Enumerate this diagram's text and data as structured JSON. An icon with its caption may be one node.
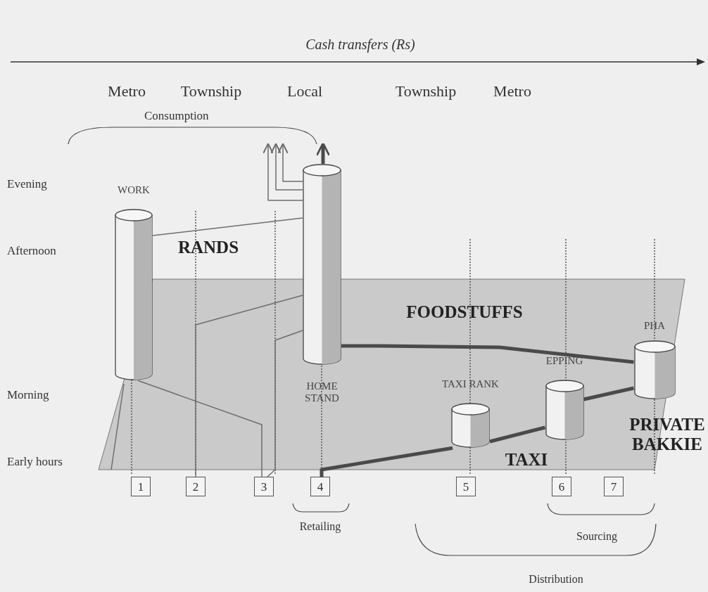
{
  "diagram": {
    "nodes": [
      {
        "text": [
          "WORK"
        ]
      },
      {
        "text": [
          "HOME STAND"
        ]
      },
      {
        "text": [
          "TAXI RANK"
        ]
      },
      {
        "text": [
          "EPPING"
        ]
      },
      {
        "text": [
          "PHA"
        ]
      },
      {
        "text": [
          "1"
        ]
      },
      {
        "text": [
          "2"
        ]
      },
      {
        "text": [
          "3"
        ]
      },
      {
        "text": [
          "4"
        ]
      },
      {
        "text": [
          "5"
        ]
      },
      {
        "text": [
          "6"
        ]
      },
      {
        "text": [
          "7"
        ]
      },
      {
        "text": [
          "Consumption"
        ]
      }
    ],
    "edges": [
      {
        "from": 0,
        "to": 1,
        "arrow": "none"
      },
      {
        "from": 1,
        "to": 12,
        "arrow": "to"
      },
      {
        "from": 1,
        "to": 12,
        "arrow": "to"
      },
      {
        "from": 1,
        "to": 12,
        "arrow": "to"
      },
      {
        "from": 6,
        "to": 1,
        "arrow": "none"
      },
      {
        "from": 7,
        "to": 1,
        "arrow": "none"
      },
      {
        "from": 0,
        "to": 7,
        "arrow": "none"
      },
      {
        "from": 8,
        "to": 2,
        "arrow": "none",
        "style": "thick",
        "color": "#4a4a4a"
      },
      {
        "from": 2,
        "to": 3,
        "arrow": "none",
        "style": "thick",
        "color": "#4a4a4a"
      },
      {
        "from": 3,
        "to": 4,
        "arrow": "none",
        "style": "thick",
        "color": "#4a4a4a"
      },
      {
        "from": 4,
        "to": 1,
        "arrow": "none",
        "style": "thick",
        "color": "#4a4a4a"
      },
      {
        "from": 1,
        "to": 12,
        "arrow": "to",
        "style": "thick",
        "color": "#4a4a4a"
      }
    ],
    "labels": [
      "Cash transfers (Rs)",
      "Metro",
      "Township",
      "Local",
      "Township",
      "Metro",
      "Evening",
      "Afternoon",
      "RANDS",
      "FOODSTUFFS",
      "Morning",
      "PRIVATE BAKKIE",
      "TAXI",
      "Early hours",
      "Retailing",
      "Sourcing",
      "Distribution"
    ]
  }
}
